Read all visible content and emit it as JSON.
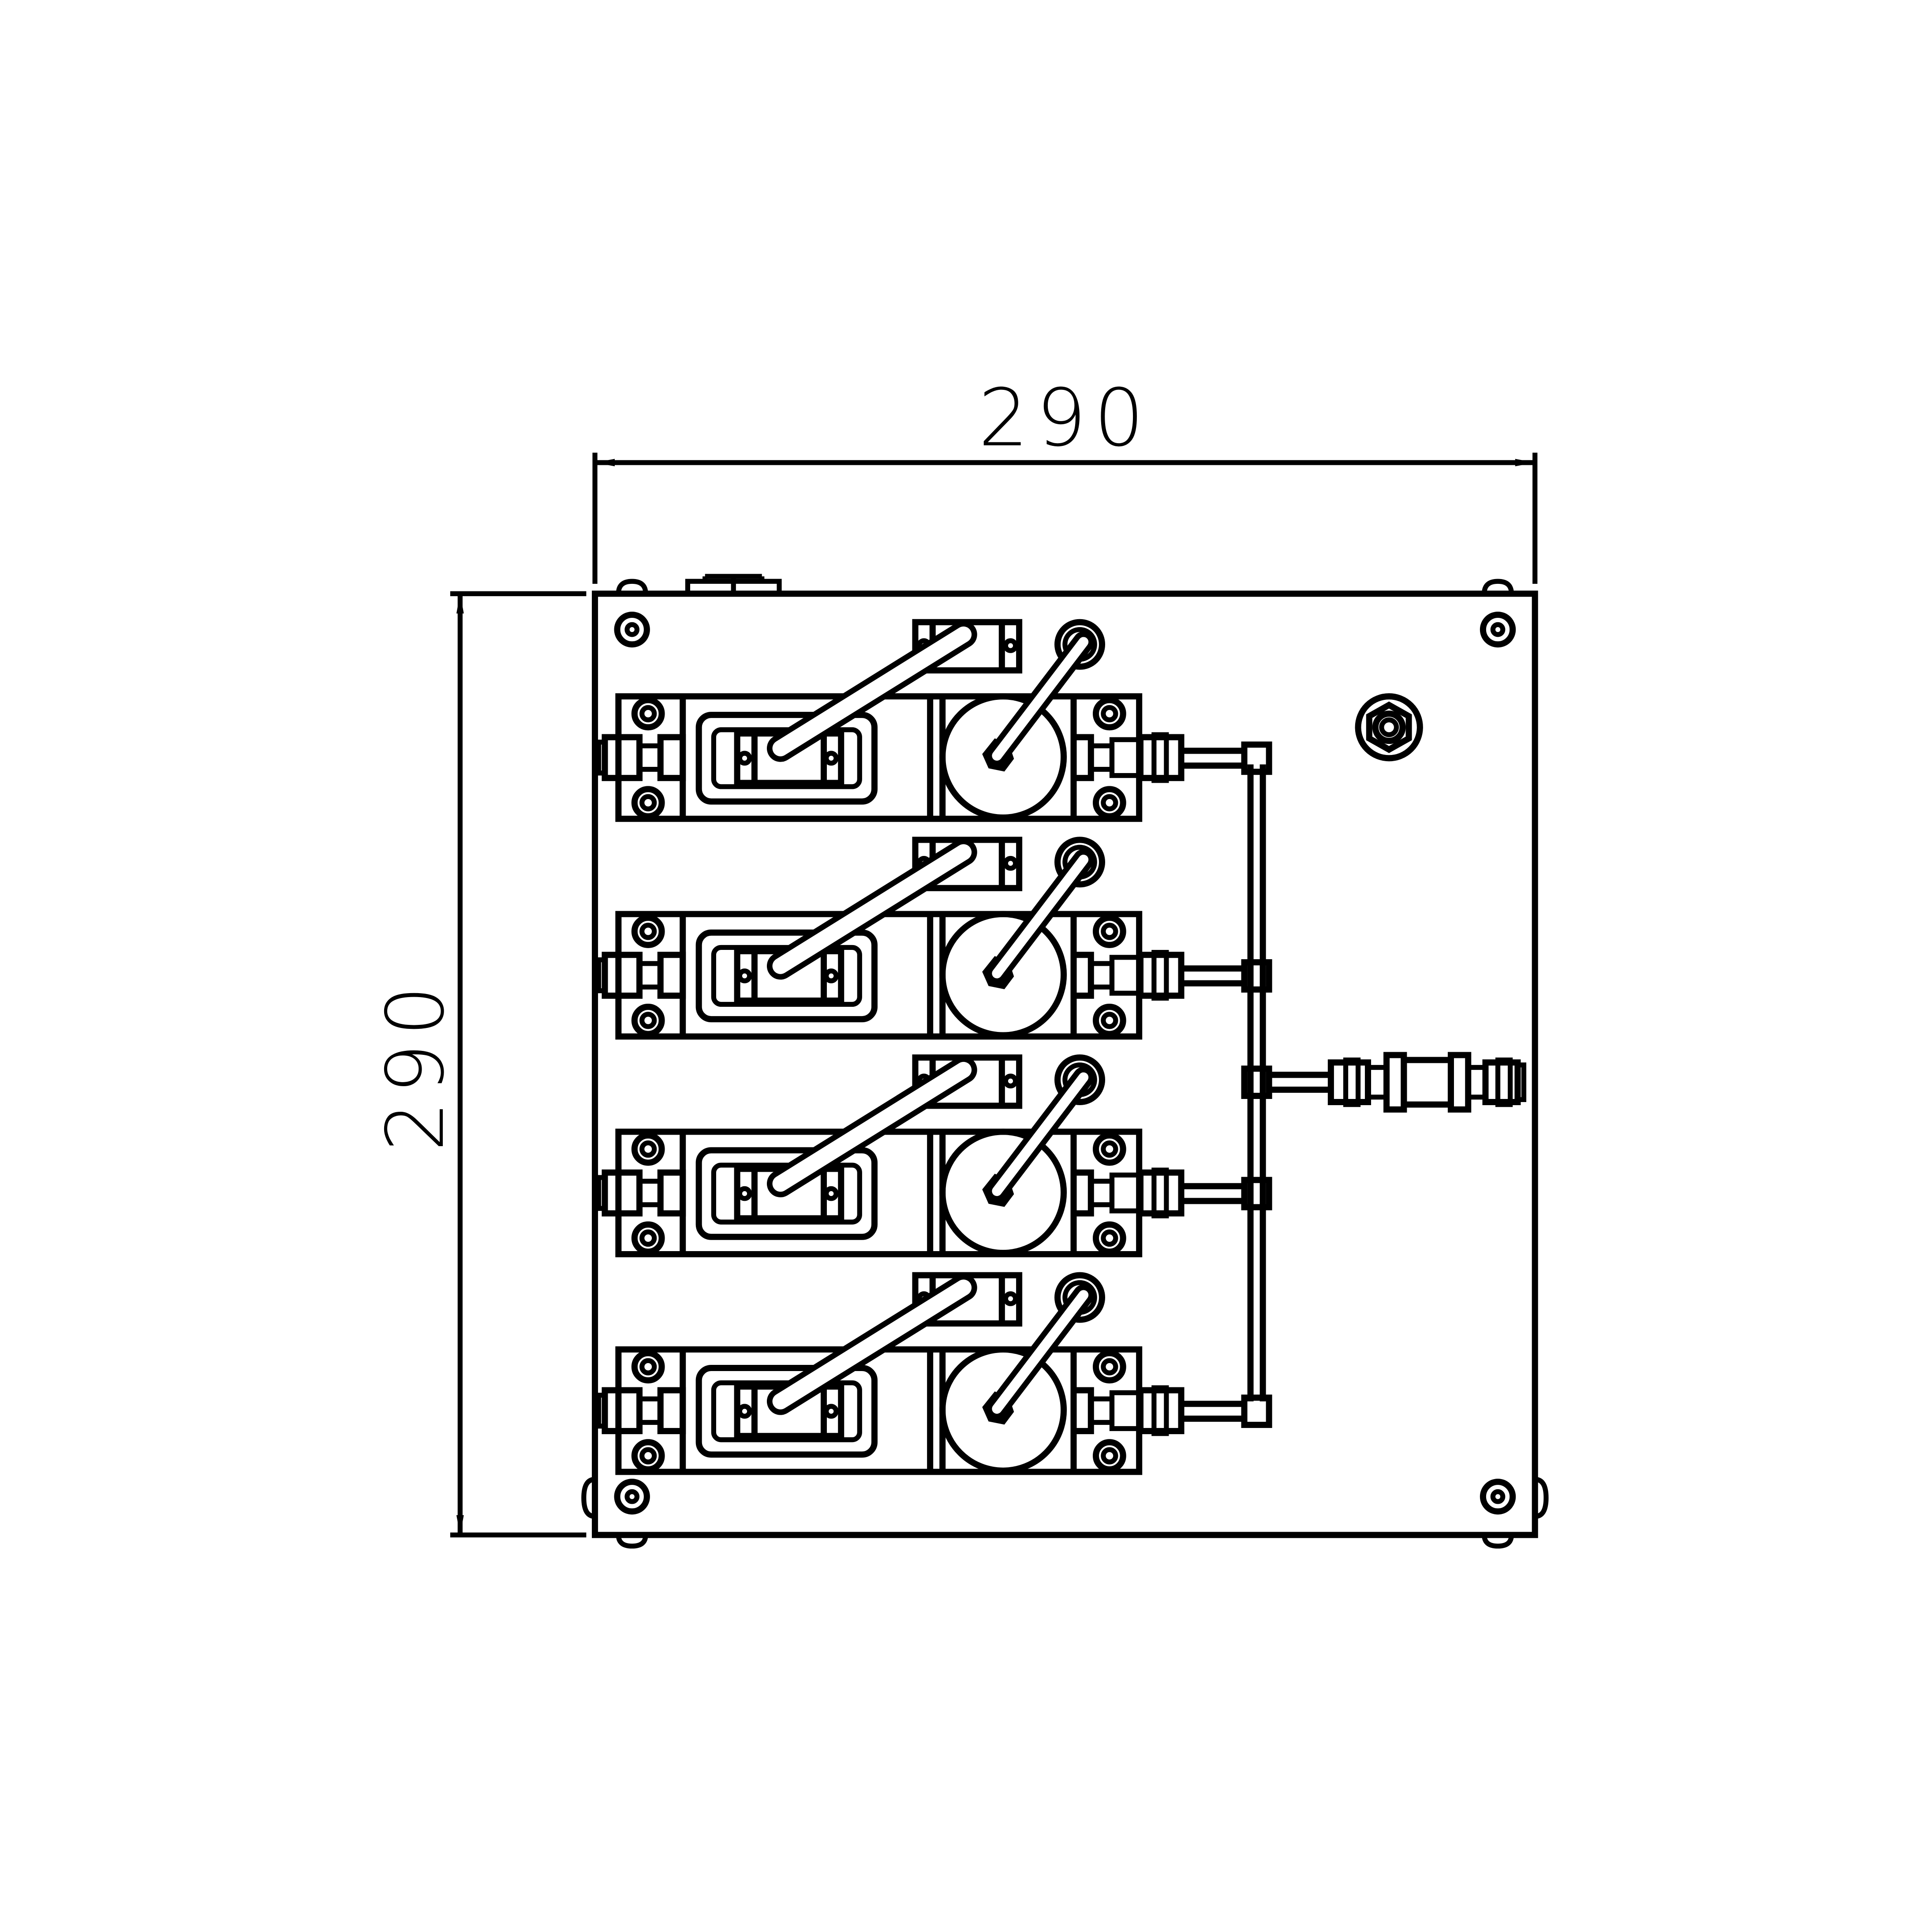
{
  "drawing": {
    "dimension_width": "290",
    "dimension_height": "290",
    "regulator_count": 4
  },
  "colors": {
    "line": "#000000",
    "background": "#ffffff"
  }
}
